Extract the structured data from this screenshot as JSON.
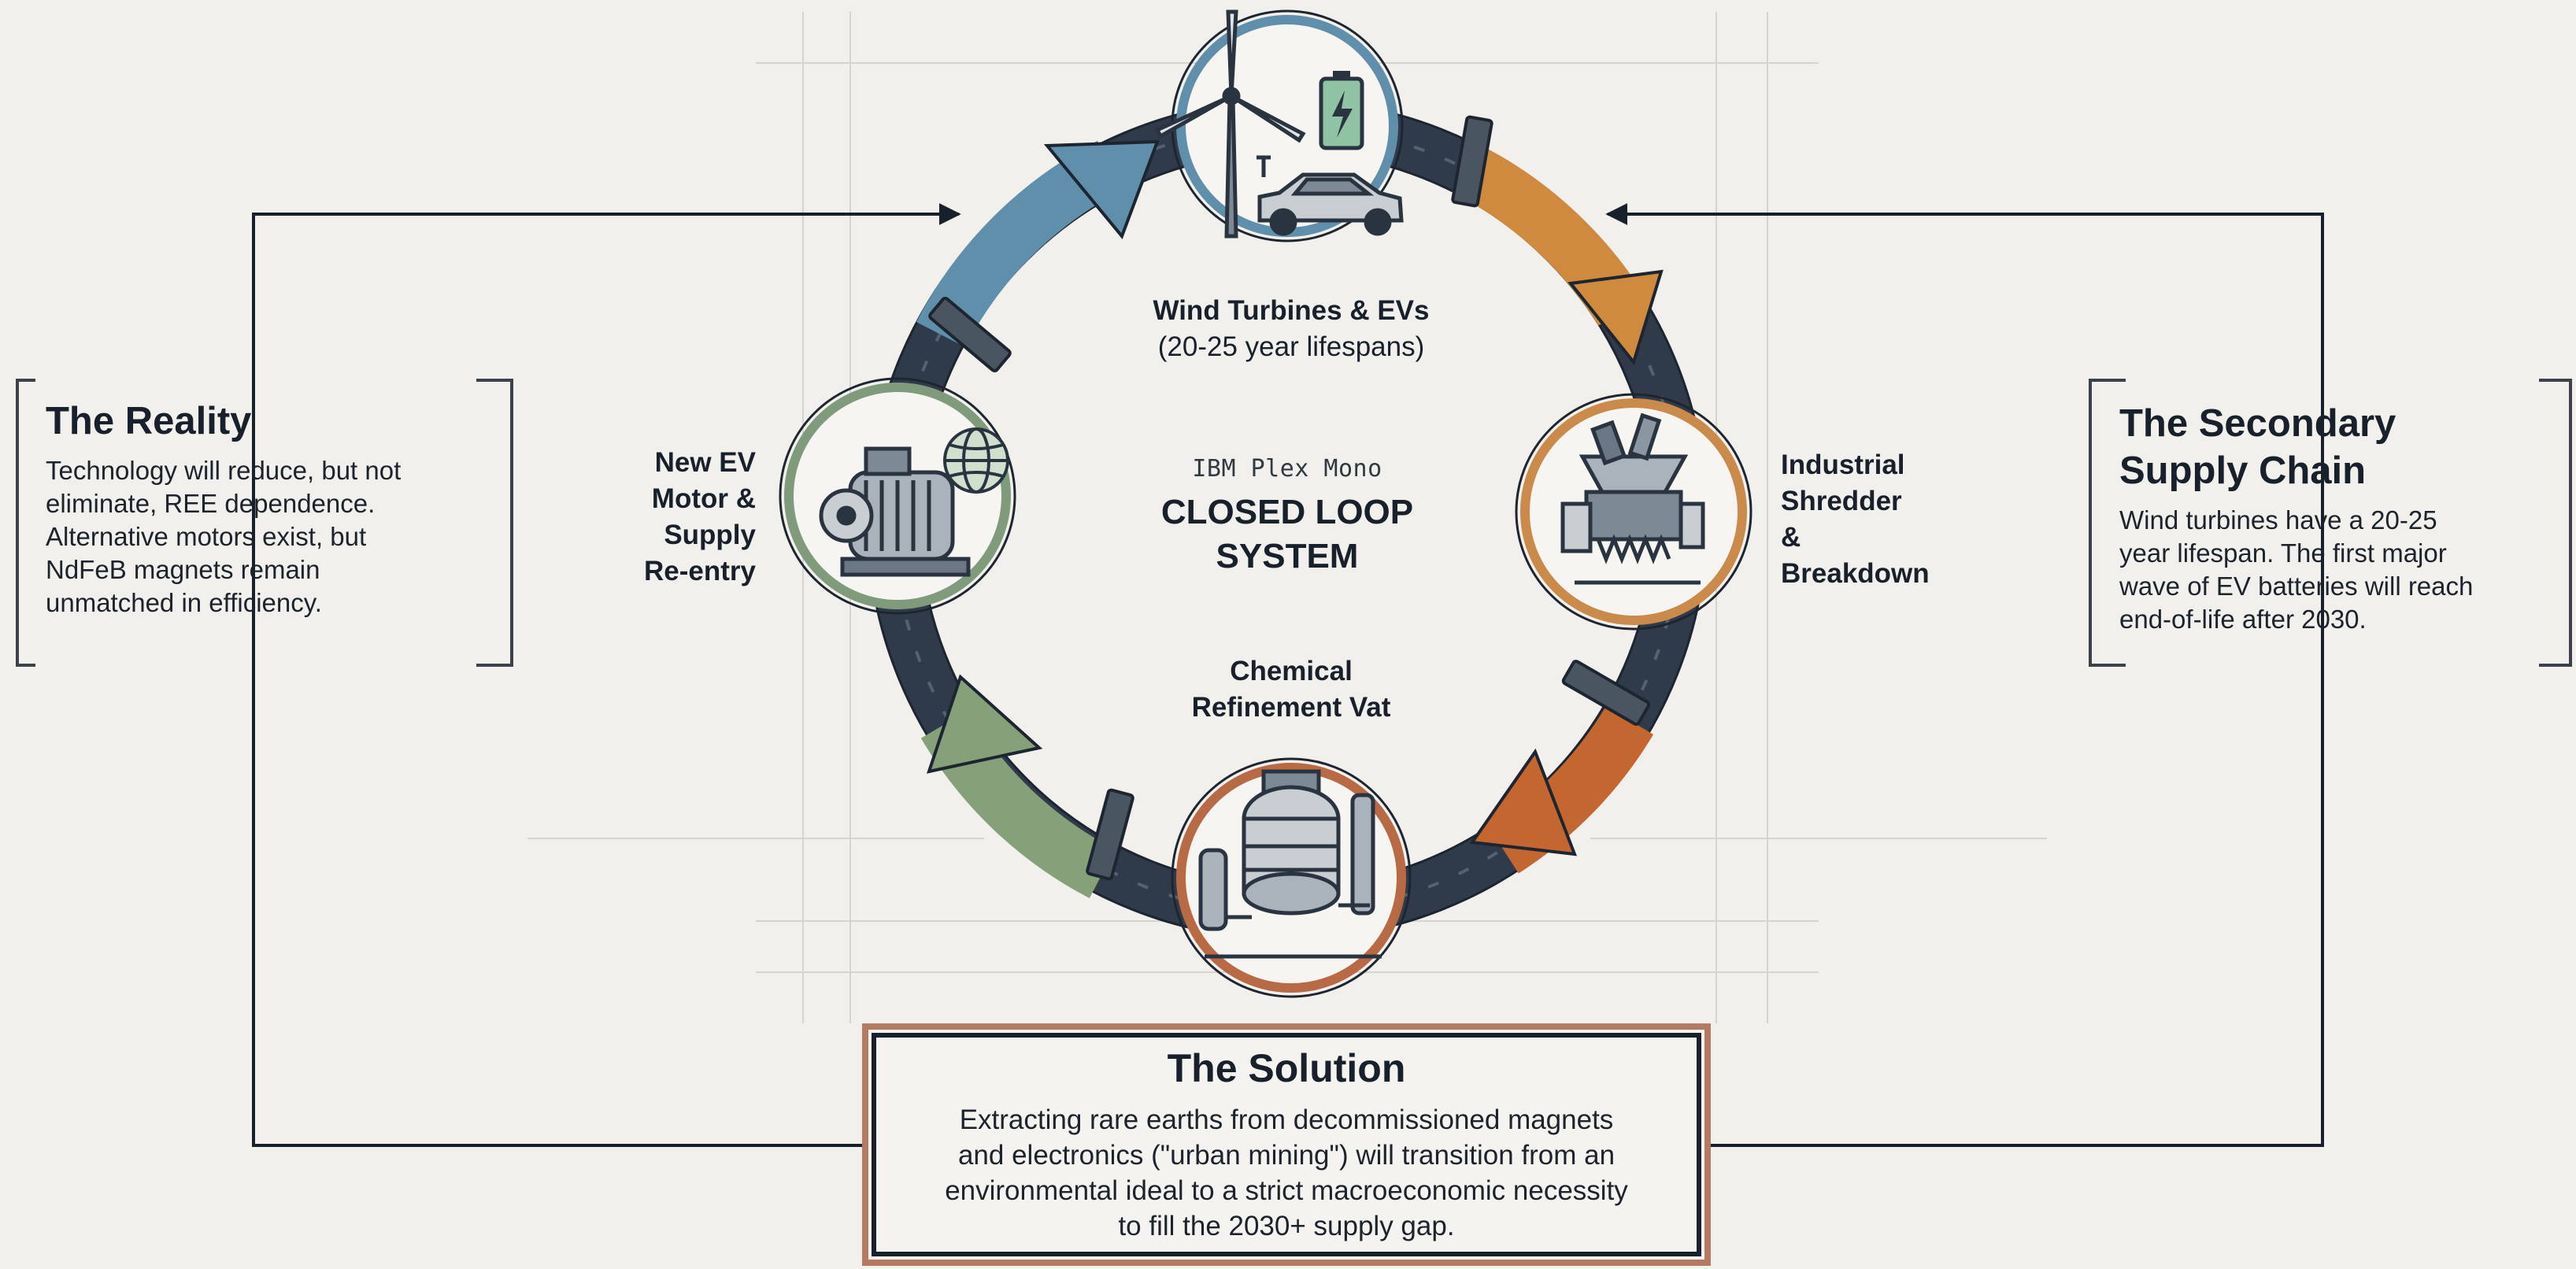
{
  "nodes": {
    "top": {
      "title": "Wind Turbines & EVs",
      "subtitle": "(20-25 year lifespans)"
    },
    "right": {
      "lines": [
        "Industrial",
        "Shredder",
        "&",
        "Breakdown"
      ]
    },
    "bottom": {
      "lines": [
        "Chemical",
        "Refinement Vat"
      ]
    },
    "left": {
      "lines": [
        "New EV",
        "Motor &",
        "Supply",
        "Re-entry"
      ]
    }
  },
  "center": {
    "font_note": "IBM Plex Mono",
    "title_lines": [
      "CLOSED LOOP",
      "SYSTEM"
    ]
  },
  "panels": {
    "reality": {
      "title": "The Reality",
      "body_lines": [
        "Technology will reduce, but not",
        "eliminate, REE dependence.",
        "Alternative motors exist, but",
        "NdFeB magnets remain",
        "unmatched in efficiency."
      ]
    },
    "secondary": {
      "title_lines": [
        "The Secondary",
        "Supply Chain"
      ],
      "body_lines": [
        "Wind turbines have a 20-25",
        "year lifespan. The first major",
        "wave of EV batteries will reach",
        "end-of-life after 2030."
      ]
    },
    "solution": {
      "title": "The Solution",
      "body_lines": [
        "Extracting rare earths from decommissioned magnets",
        "and electronics (\"urban mining\") will transition from an",
        "environmental ideal to a strict macroeconomic necessity",
        "to fill the 2030+ supply gap."
      ]
    }
  },
  "colors": {
    "background": "#f1f0ec",
    "ink": "#17202b",
    "ring": "#2f3b4a",
    "arrow_blue": "#5f8fab",
    "arrow_orange": "#d08a3e",
    "arrow_rust": "#c4662f",
    "arrow_green": "#86a17a",
    "node_top": "#5f8fab",
    "node_right": "#c98a4a",
    "node_bottom": "#b86a45",
    "node_left": "#7f9b7b",
    "solution_border": "#b57a62"
  },
  "icons": [
    "wind-turbine-icon",
    "battery-icon",
    "electric-car-icon",
    "shredder-icon",
    "reactor-vat-icon",
    "electric-motor-icon",
    "globe-icon"
  ]
}
